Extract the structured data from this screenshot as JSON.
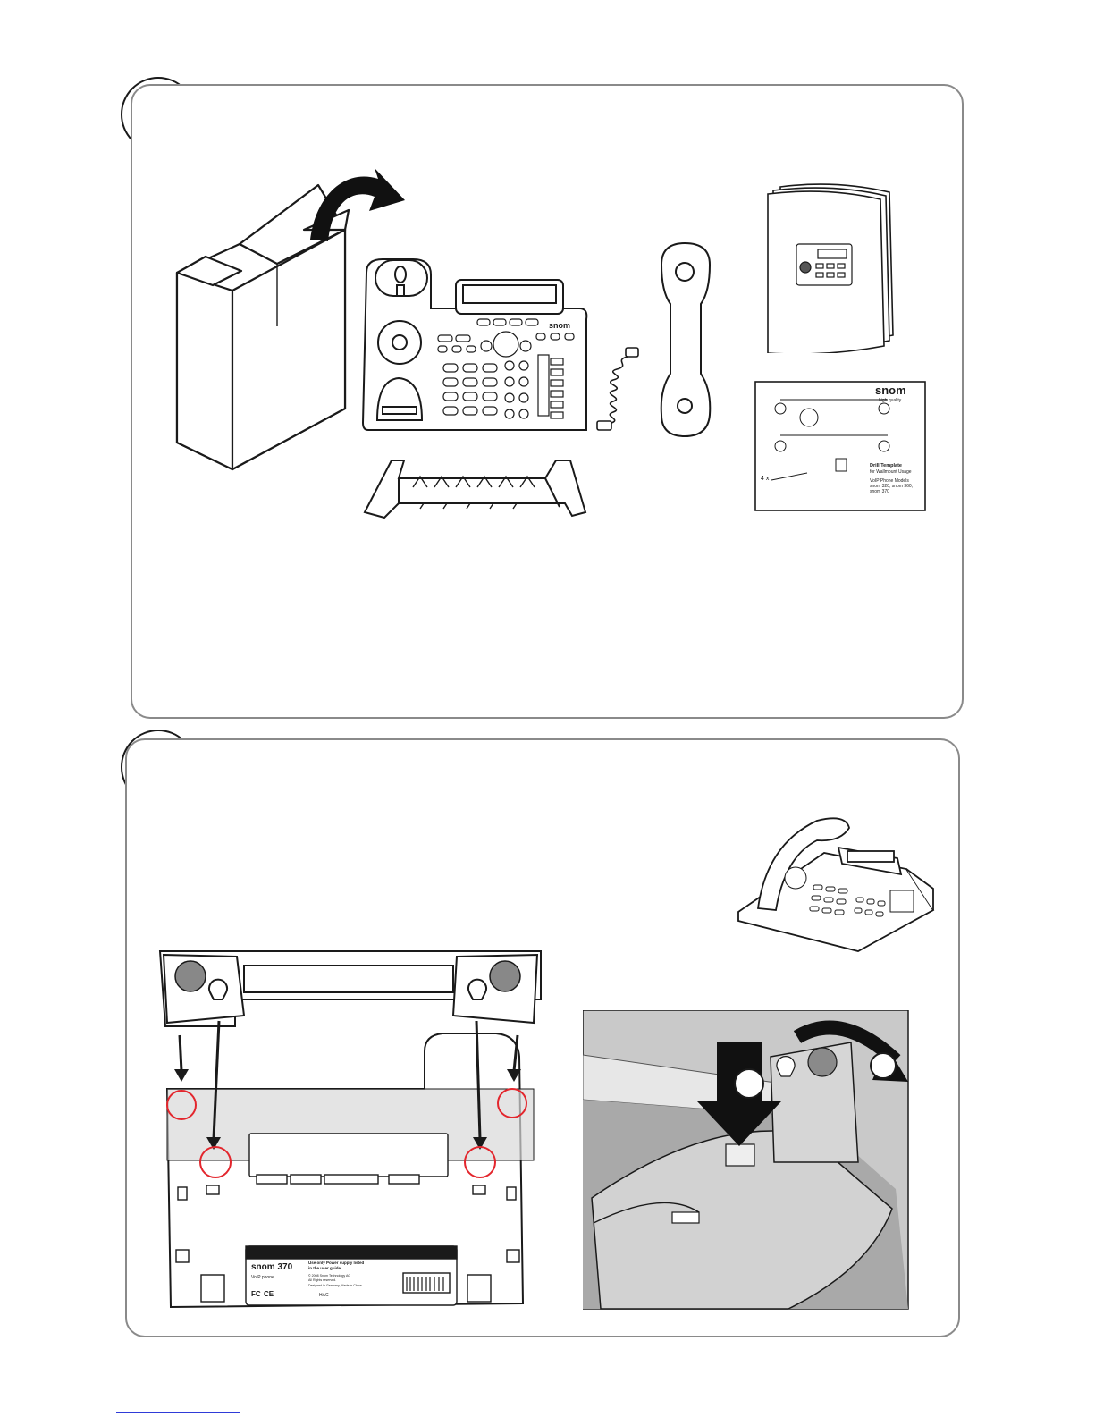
{
  "brand": {
    "logo_text": "snom",
    "logo_tagline": "high quality"
  },
  "drill_template": {
    "title": "Drill Template",
    "subtitle": "for Wallmount Usage",
    "models_heading": "VoIP Phone Models",
    "models_line1": "snom 320, snom 360,",
    "models_line2": "snom 370",
    "screws_count": "4 x"
  },
  "phone_label": {
    "model": "snom 370",
    "type": "VoIP phone",
    "warning_line1": "Use only Power supply listed",
    "warning_line2": "in the user guide.",
    "copyright_line1": "© 2008 Snom Technology AG",
    "copyright_line2": "All Rights reserved.",
    "made_in": "Designed in Germany, Made in China",
    "hac_badge": "HAC",
    "fc_mark": "FC",
    "ce_mark": "CE"
  },
  "colors": {
    "stroke": "#1a1a1a",
    "panel_border": "#8a8a8a",
    "highlight_ring": "#e3262d",
    "bracket_shade": "#d8d8d8",
    "link_underline": "#2f3bd8"
  }
}
